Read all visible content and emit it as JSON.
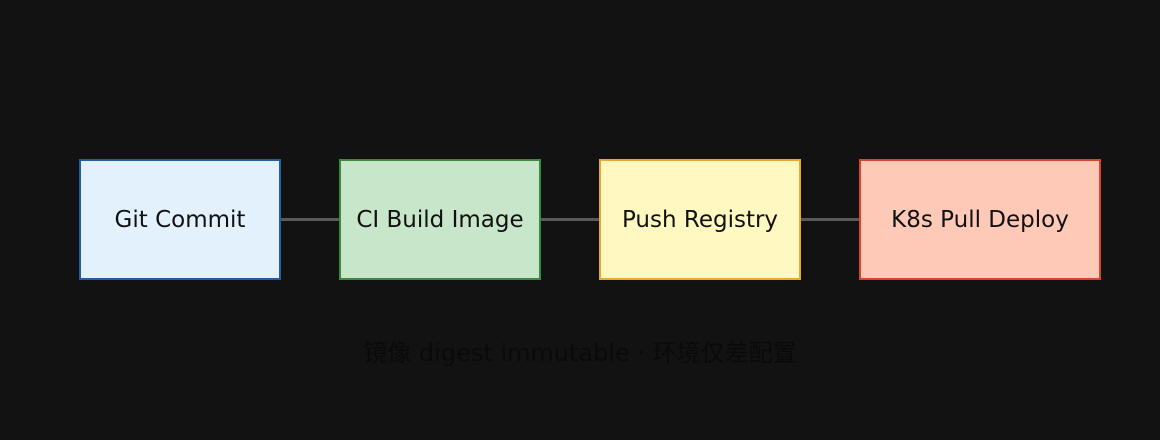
{
  "steps": [
    {
      "label": "Git Commit",
      "fill": "#e3f1fd",
      "border": "#1f5fa8"
    },
    {
      "label": "CI Build Image",
      "fill": "#c8e6c9",
      "border": "#3a8a3f"
    },
    {
      "label": "Push Registry",
      "fill": "#fff8c0",
      "border": "#e9a92c"
    },
    {
      "label": "K8s Pull Deploy",
      "fill": "#ffc9b8",
      "border": "#d9442a"
    }
  ],
  "connector_color": "#5a5a5a",
  "caption": "镜像 digest immutable · 环境仅差配置",
  "background": "#121212"
}
